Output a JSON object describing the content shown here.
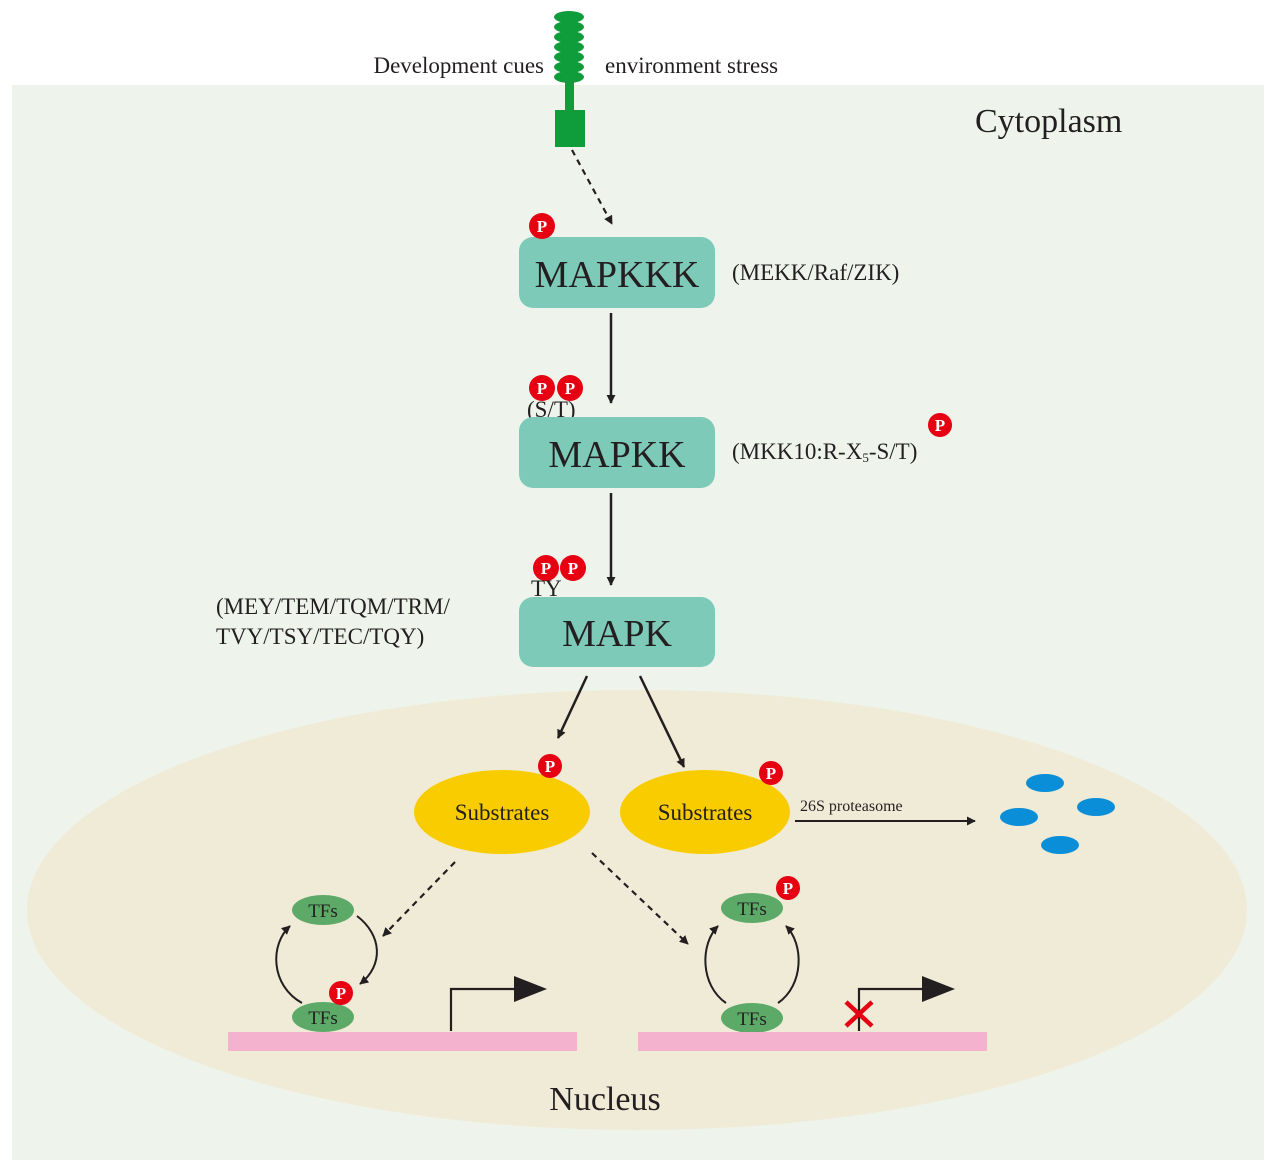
{
  "stimuli": {
    "left": "Development cues",
    "right": "environment stress"
  },
  "compartments": {
    "cytoplasm": "Cytoplasm",
    "nucleus": "Nucleus"
  },
  "kinases": {
    "mapkkk": {
      "label": "MAPKKK",
      "annotation": "(MEKK/Raf/ZIK)"
    },
    "mapkk": {
      "label": "MAPKK",
      "site": "(S/T)",
      "annotation_prefix": "(MKK10:R-X",
      "annotation_sub": "5",
      "annotation_suffix": "-S/T)"
    },
    "mapk": {
      "label": "MAPK",
      "site": "TY",
      "motifs_line1": "(MEY/TEM/TQM/TRM/",
      "motifs_line2": "TVY/TSY/TEC/TQY)"
    }
  },
  "phospho_symbol": "P",
  "substrates": {
    "left": "Substrates",
    "right": "Substrates",
    "degradation_label": "26S proteasome"
  },
  "transcription_factors": {
    "label": "TFs"
  },
  "colors": {
    "cytoplasm": "#eef4ec",
    "nucleus": "#f0ebd6",
    "kinase": "#7ecab9",
    "receptor": "#0f9d3b",
    "phospho": "#e60012",
    "substrate": "#f9cc00",
    "tf": "#5daa68",
    "dna": "#f4b2cf",
    "fragment": "#0a8ed8",
    "block": "#e60012"
  }
}
